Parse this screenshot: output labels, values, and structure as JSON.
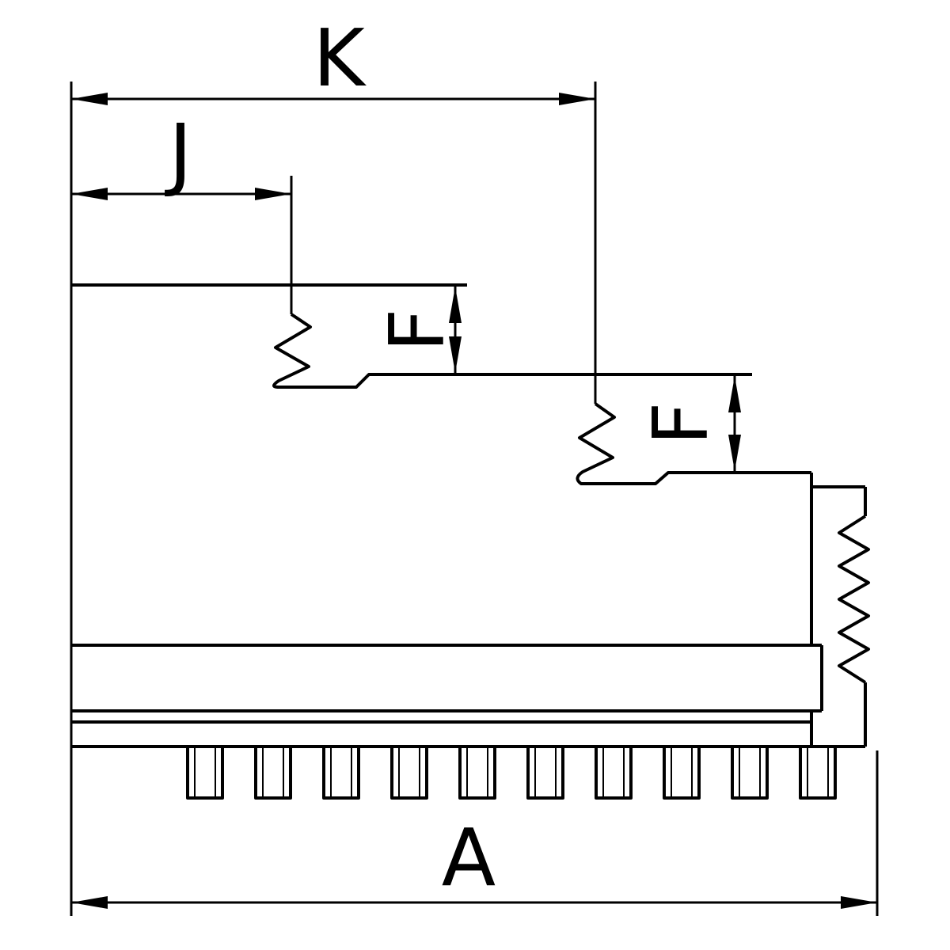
{
  "drawing": {
    "kind": "technical-cross-section",
    "background_color": "#ffffff",
    "line_color": "#000000",
    "labels": {
      "k": "K",
      "j": "J",
      "f_upper": "F",
      "f_lower": "F",
      "a": "A"
    }
  }
}
